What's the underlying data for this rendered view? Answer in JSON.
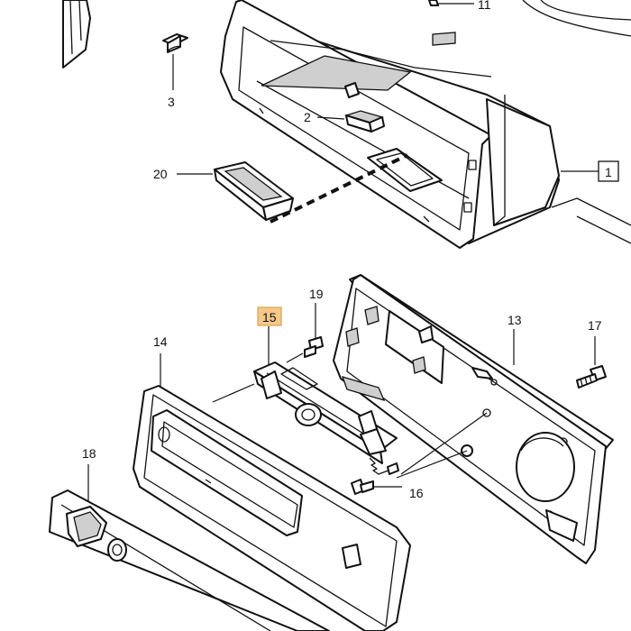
{
  "callouts": {
    "c1": "1",
    "c2": "2",
    "c3": "3",
    "c11": "11",
    "c13": "13",
    "c14": "14",
    "c15": "15",
    "c16": "16",
    "c17": "17",
    "c18": "18",
    "c19": "19",
    "c20": "20"
  },
  "colors": {
    "line": "#111111",
    "highlight_fill": "#f6c98a",
    "highlight_border": "#d9a441",
    "background": "#ffffff"
  }
}
